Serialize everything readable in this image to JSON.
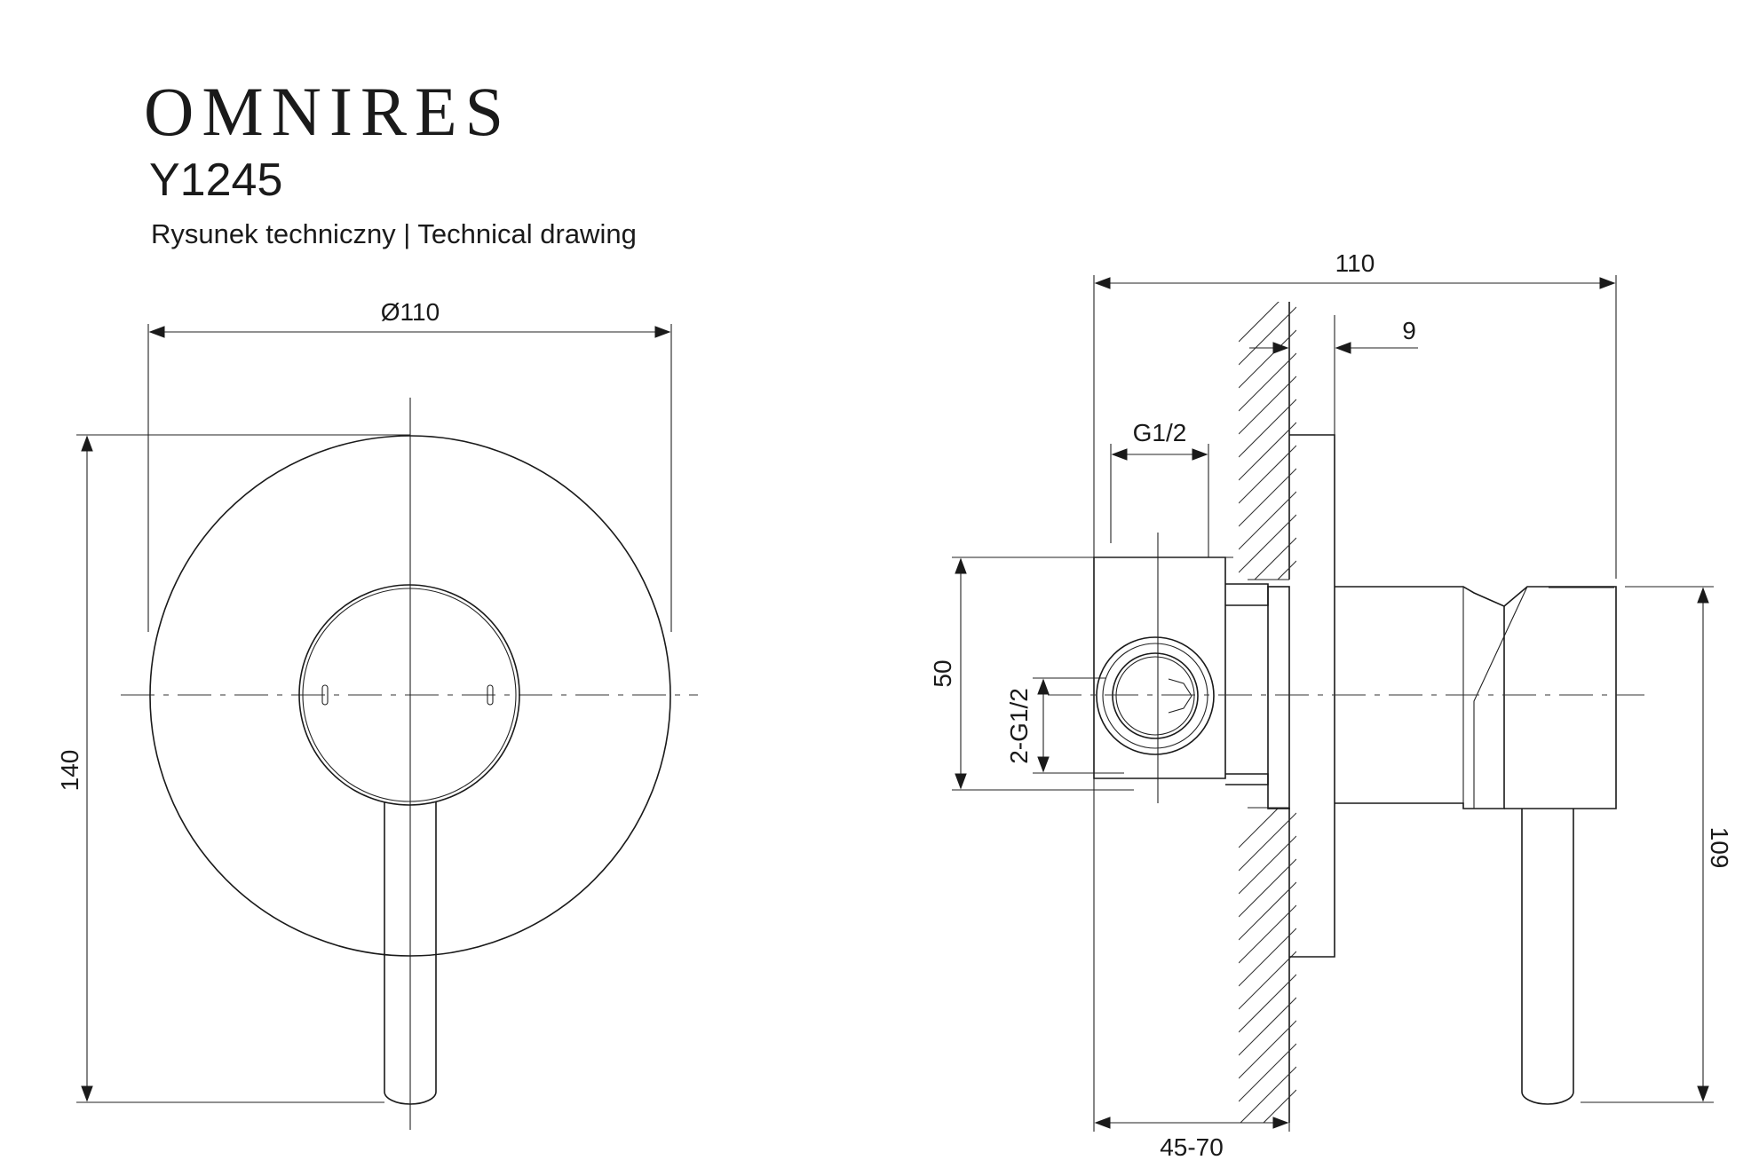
{
  "header": {
    "brand": "OMNIRES",
    "model": "Y1245",
    "subtitle": "Rysunek techniczny | Technical drawing"
  },
  "front_view": {
    "dim_diameter": "Ø110",
    "dim_height": "140"
  },
  "side_view": {
    "dim_total_depth": "110",
    "dim_plate": "9",
    "dim_inlet": "G1/2",
    "dim_body_height": "50",
    "dim_outlets": "2-G1/2",
    "dim_mount_depth": "45-70",
    "dim_lever_height": "109"
  },
  "colors": {
    "line": "#1a1a1a",
    "background": "#ffffff"
  }
}
